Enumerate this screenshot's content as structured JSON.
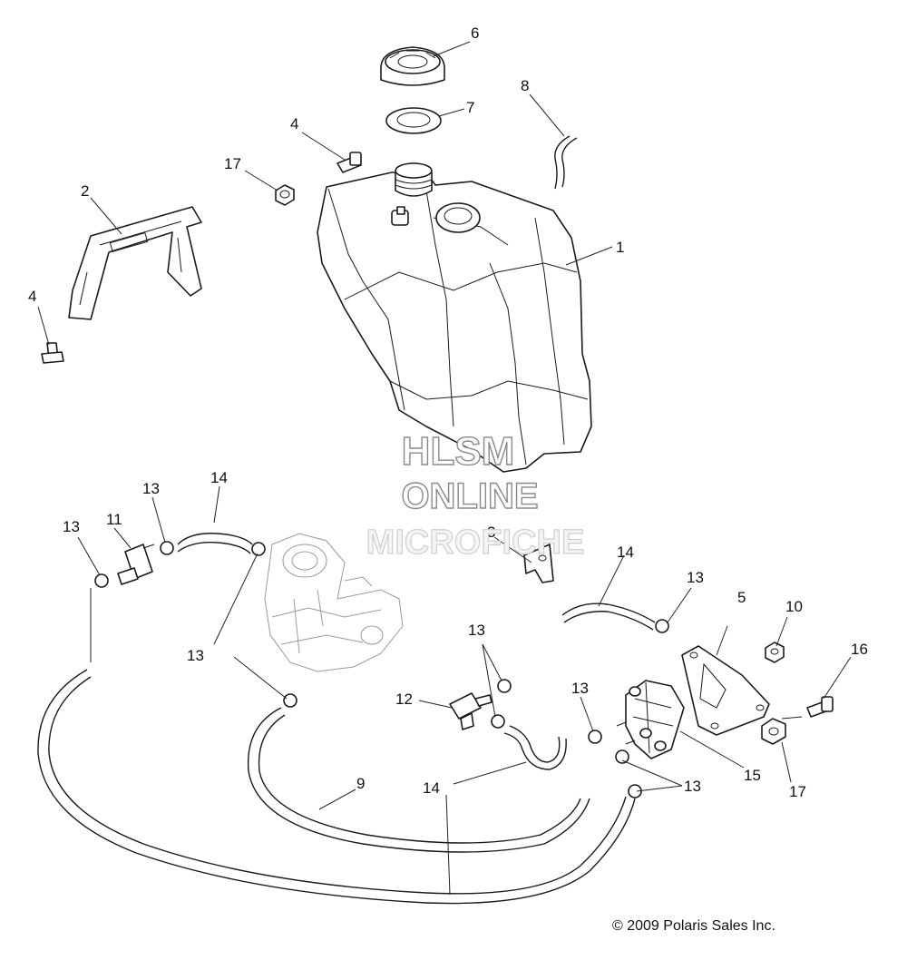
{
  "callouts": {
    "c1": "1",
    "c2": "2",
    "c3": "3",
    "c4a": "4",
    "c4b": "4",
    "c5": "5",
    "c6": "6",
    "c7": "7",
    "c8": "8",
    "c9": "9",
    "c10": "10",
    "c11": "11",
    "c12": "12",
    "c13a": "13",
    "c13b": "13",
    "c13c": "13",
    "c13d": "13",
    "c13e": "13",
    "c13f": "13",
    "c13g": "13",
    "c14a": "14",
    "c14b": "14",
    "c14c": "14",
    "c15": "15",
    "c16": "16",
    "c17a": "17",
    "c17b": "17"
  },
  "watermark": {
    "line1": "HLSM",
    "line2": "ONLINE",
    "line3": "MICROFICHE"
  },
  "copyright": "© 2009 Polaris Sales Inc."
}
